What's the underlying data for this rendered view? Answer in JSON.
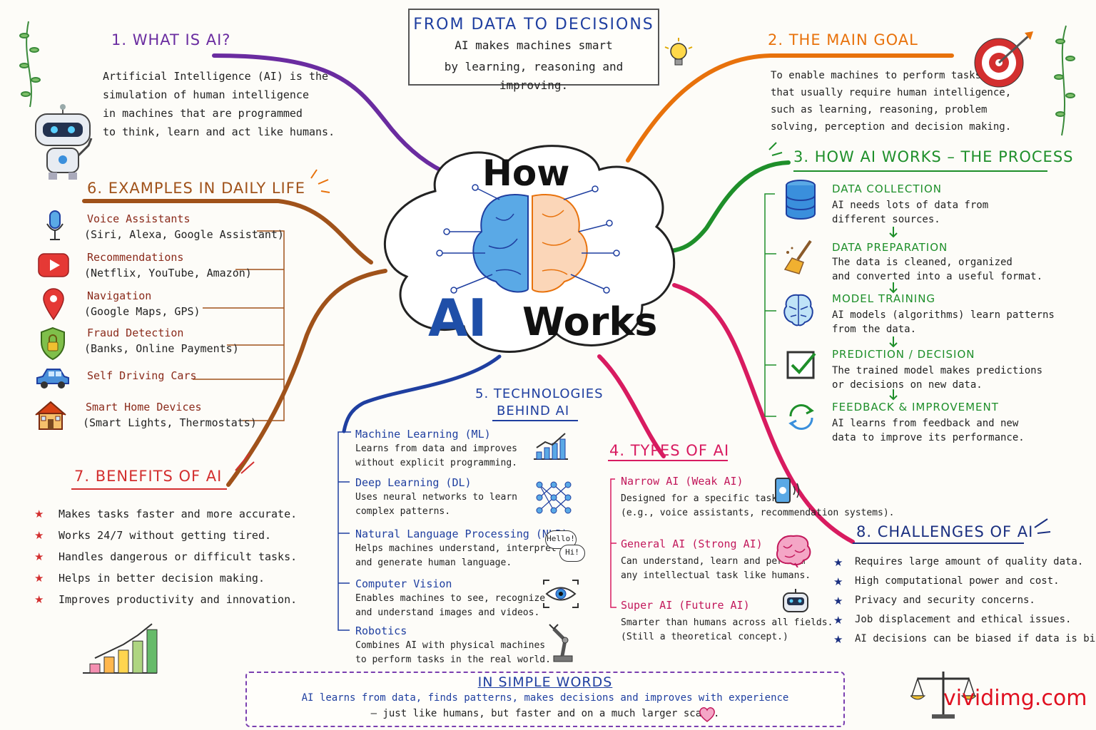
{
  "banner": {
    "title": "FROM  DATA  TO  DECISIONS",
    "line1": "AI  makes  machines  smart",
    "line2": "by  learning,  reasoning  and  improving."
  },
  "center": {
    "how": "How",
    "ai": "AI",
    "works": "Works"
  },
  "what_is_ai": {
    "title": "1. WHAT IS AI?",
    "text": "Artificial Intelligence (AI) is the\nsimulation of human intelligence\nin machines that are programmed\nto think, learn and act like humans."
  },
  "main_goal": {
    "title": "2. THE MAIN GOAL",
    "text": "To enable machines to perform tasks\nthat usually require human intelligence,\nsuch as learning, reasoning, problem\nsolving, perception and decision making."
  },
  "process": {
    "title": "3. HOW AI WORKS – THE PROCESS",
    "steps": [
      {
        "title": "DATA  COLLECTION",
        "desc": "AI needs lots of data from\ndifferent sources."
      },
      {
        "title": "DATA  PREPARATION",
        "desc": "The data is cleaned, organized\nand converted into a useful format."
      },
      {
        "title": "MODEL  TRAINING",
        "desc": "AI models (algorithms) learn patterns\nfrom the data."
      },
      {
        "title": "PREDICTION  /  DECISION",
        "desc": "The trained model makes predictions\nor decisions on new data."
      },
      {
        "title": "FEEDBACK  &  IMPROVEMENT",
        "desc": "AI learns from feedback and new\ndata to improve its performance."
      }
    ]
  },
  "types": {
    "title": "4. TYPES OF AI",
    "items": [
      {
        "title": "Narrow AI (Weak AI)",
        "desc": "Designed for a specific task\n(e.g., voice assistants, recommendation systems)."
      },
      {
        "title": "General AI (Strong AI)",
        "desc": "Can understand, learn and perform\nany intellectual task like humans."
      },
      {
        "title": "Super AI (Future AI)",
        "desc": "Smarter than humans across all fields.\n(Still a theoretical concept.)"
      }
    ]
  },
  "technologies": {
    "title1": "5. TECHNOLOGIES",
    "title2": "BEHIND AI",
    "items": [
      {
        "title": "Machine Learning (ML)",
        "desc": "Learns from data and improves\nwithout explicit programming."
      },
      {
        "title": "Deep Learning (DL)",
        "desc": "Uses neural networks to learn\ncomplex patterns."
      },
      {
        "title": "Natural Language Processing (NLP)",
        "desc": "Helps machines understand, interpret\nand generate human language."
      },
      {
        "title": "Computer Vision",
        "desc": "Enables machines to see, recognize\nand understand images and videos."
      },
      {
        "title": "Robotics",
        "desc": "Combines AI with physical machines\nto perform tasks in the real world."
      }
    ],
    "bubble1": "Hello!",
    "bubble2": "Hi!"
  },
  "examples": {
    "title": "6. EXAMPLES IN DAILY LIFE",
    "items": [
      {
        "name": "Voice  Assistants",
        "sub": "(Siri, Alexa, Google Assistant)"
      },
      {
        "name": "Recommendations",
        "sub": "(Netflix, YouTube, Amazon)"
      },
      {
        "name": "Navigation",
        "sub": "(Google Maps, GPS)"
      },
      {
        "name": "Fraud  Detection",
        "sub": "(Banks, Online Payments)"
      },
      {
        "name": "Self  Driving  Cars",
        "sub": ""
      },
      {
        "name": "Smart  Home  Devices",
        "sub": "(Smart Lights, Thermostats)"
      }
    ]
  },
  "benefits": {
    "title": "7. BENEFITS OF AI",
    "items": [
      "Makes tasks faster and more accurate.",
      "Works 24/7 without getting tired.",
      "Handles dangerous or difficult tasks.",
      "Helps in better decision making.",
      "Improves productivity and innovation."
    ],
    "bars": [
      0.2,
      0.35,
      0.5,
      0.7,
      0.95
    ]
  },
  "challenges": {
    "title": "8. CHALLENGES OF AI",
    "items": [
      "Requires large amount of quality data.",
      "High computational power and cost.",
      "Privacy and security concerns.",
      "Job displacement and ethical issues.",
      "AI decisions can be biased if data is biased."
    ]
  },
  "simple": {
    "title": "IN  SIMPLE  WORDS",
    "line1": "AI learns from data, finds patterns, makes decisions and improves with experience",
    "line2": "– just like humans, but faster and on a much larger scale."
  },
  "watermark": "vividimg.com",
  "colors": {
    "purple": "#6a2ca0",
    "orange": "#e8720c",
    "green": "#1e8f2a",
    "pink": "#d81b60",
    "blue": "#1f3fa0",
    "brown": "#a0521a",
    "red": "#d32f2f",
    "navy": "#1a2f80"
  }
}
